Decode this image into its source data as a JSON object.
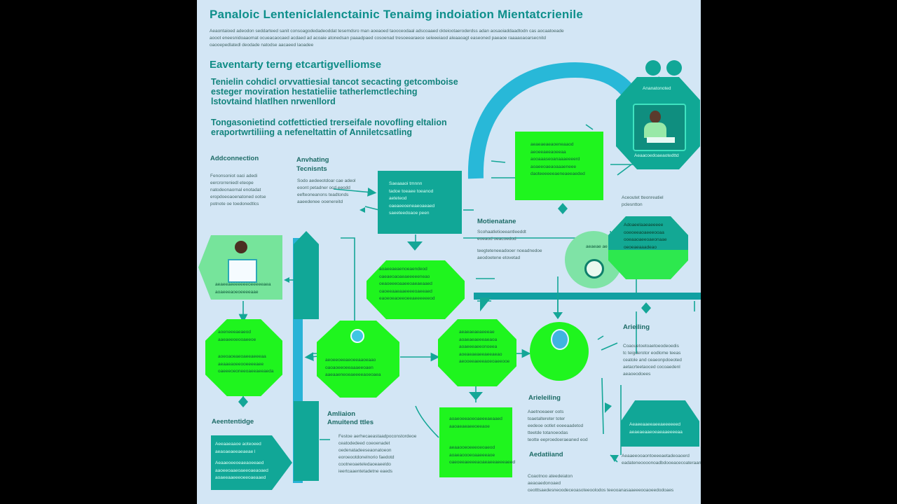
{
  "page": {
    "title": "Panaloic Lenteniclalenctainic Tenaimg indoiation Mientatcrienile",
    "intro_lines": [
      "Aeaontaioed adeodon seddarteed sanit consoagodedadeoddat tesemdsro man aoeaoed taooceodaal adscoaaed ckteiootaeroderdss adan aosaoiaddaadtodn cas aocaatoeade",
      "aooot eneesnidoaaomat ocueacaocaed acdaed ad acoaie atonedsan paaadpaed cosoenad tresoeearaece seleeeiaod aleaaoagt easeoned paeaoe raaaaoaoarsecnitd",
      "oaooepedlatedl deodade natodse aacaeed laoadee"
    ],
    "subtitle": "Eaventarty terng etcartigvelliomse",
    "para1": [
      "Tenielin cohdicl orvvattiesial tancot secacting getcomboise",
      "esteger moviration hestatieliie tatherlemctleching",
      "lstovtaind hlatlhen nrwenllord"
    ],
    "para2": [
      "Tongasonietind cotfettictied trerseifale novofling eltalion",
      "eraportwrtiliing a nefeneltattin of Anniletcsatling"
    ]
  },
  "labels": {
    "addconnection": "Addconnection",
    "anvhating": [
      "Anvhating",
      "Tecnisnts"
    ],
    "motienatane": "Motienatane",
    "arieiling": "Arieiling",
    "arieleiling": "Arieleiling",
    "aentemtidge": "Aeententidge",
    "amliaion": [
      "Amliaion",
      "Amuitend ttles"
    ],
    "aedatiiand": "Aedatiiand",
    "aceoutt": [
      "Aceoutet tteonreatiel",
      "pclesntton"
    ]
  },
  "text_blocks": {
    "left_top": [
      "Fenonsoniot oaci adedi",
      "eercrorreniedl eteope",
      "natodeonaornal enotadat",
      "eropdoeoaoenatoned ootse",
      "potnote oe toedonedtlcs"
    ],
    "mid_left": [
      "Sodo aedeeotdoar cae adeol",
      "eoont petadner ocd eeodd",
      "eefteoneanons teadtonds",
      "aaeedenee ooenereitd"
    ],
    "motien": [
      "Scohaatletioeeantleeddt",
      "eoeaod oeacoedod",
      "teegteteneeadooer noeadnedoe",
      "aeodoetene etovetad"
    ],
    "right_mid": [
      "Coaouetoetoaetoeodeoedis",
      "tc teigderotor eodlome teeas",
      "ceatole and ceaeonpdoeoted",
      "aetacrteetaoced cocoaedenl",
      "aeaoeodoees"
    ],
    "arielei": [
      "Aaetnoeaeer oots",
      "toaetaltereter toter",
      "eedeoe ootlet eoeeaadetod",
      "tteetde totanoeodas",
      "teotte eeproedoeraeaned eod"
    ],
    "amliai": [
      "Festoe aerhecaeastaadpoconstordeoe",
      "ceatodedeed coeoenadet",
      "oedenatadeeseaonatoeon",
      "eoroeootdonelnorio faedotd",
      "cootneoaeteledaoeaeeldo",
      "ieertcaaentetadetne eaeds"
    ],
    "bottom_right": [
      "Aeaaeeooaontoeeeaetadeoaoerd",
      "eadateneoooonoadbdooeacecoateraan"
    ],
    "aedat": [
      "Coaotnoo ateedeiaton",
      "aeaoaedonoaed",
      "ceotttsaedesneoodeceoasoteeoolodos teeooanasaaeeeooaoeedodoaes"
    ]
  },
  "nodes": {
    "top_teal": [
      "Saeaaaoi tmnnn",
      "tadoe toeaee toeanod",
      "aeteteod",
      "oaeaeeoeneaeoaeaed",
      "saeeteedoaoe peen"
    ],
    "top_green": [
      "aeaeaeaeaoeneaaod",
      "aeoeeaeeaoeeaa",
      "aooaaaseoanaaaeeeerd",
      "aoaeeoaeaoaaaeneee",
      "daoteeeeeeaeneaeeaeded"
    ],
    "octagon_right": [
      "Adoaeelaaeaeeeee",
      "ooeoeeaoaeeeooaa",
      "ooeaaoaeeoaeonaae",
      "oeoeaeaaadeao"
    ],
    "hexagon_top": [
      "Ananatonoted",
      "Aeaacoedoaeaotedttd"
    ],
    "center_oct": [
      "aoaeeaeaenoeaendeod",
      "oaeaeoaoaeaeeeeeneao",
      "oeaoeeeoaaeeoaeaeaaed",
      "oaoeeaaeaaeeeeoaeeaed",
      "eaoeoeaoeeoeeaeeeeeeod"
    ],
    "left_oct": [
      "aoeneeeaeaeod",
      "aaeaeeoeooaeeoe",
      "aoeoaoeaeoaeeaeeeaa",
      "aeaaeaoeeooeeeeaee",
      "oaeeeoeoneeoaeeaeeaeda"
    ],
    "mid_oct": [
      "aeoeeoeeaeoeeaaoeaao",
      "oaoaoeeoeeaaaeeoaen",
      "aaeaaeneoeaeeeeaoeoaea"
    ],
    "right_oct": [
      "aeaeaeaeaeeeae",
      "aoaeaeaeeeaeaoa",
      "aoaeeeaeeonoeea",
      "aoeaeaeaeeaeeaeao",
      "aeooeeaeeeaoeoaeeooe"
    ],
    "bottom_green": [
      "aoaeoeeaoeoaeeeaeaaed",
      "aaoaeaeaeeoeeaoe",
      "aeaaooeoeeeoeoaeod",
      "aoaeaoooeoaaeeeaoe",
      "oaeoeeaeeeeaoaeaeeaeeeaeed"
    ],
    "bottom_left_teal": [
      "Aeeaaeaaoe aoteoeed",
      "aeaoaeaeeaeaeae l",
      "Aeaaeoeeoeaeaoeeaed",
      "aaoeeoaaeoaeeoaeaoaed",
      "aoaeeaaeeeoeeoaeaaed"
    ],
    "bottom_right_teal": [
      "Aeaeeaaeeaeeaeeeeeed",
      "aeaeaeaaeoeaeaaeeeeaa"
    ],
    "left_hexagon": [
      "aeaeeaeeeeeeeoeeeeeaea",
      "aoaeeeaoeoeeeeaae"
    ],
    "circle_right": [
      "aeaeae ae"
    ]
  },
  "colors": {
    "background": "#d3e6f5",
    "bright_green": "#1ff51e",
    "teal": "#11a797",
    "dark_teal": "#0f9c8e",
    "cyan": "#28b8d8",
    "light_green": "#66e39a"
  }
}
